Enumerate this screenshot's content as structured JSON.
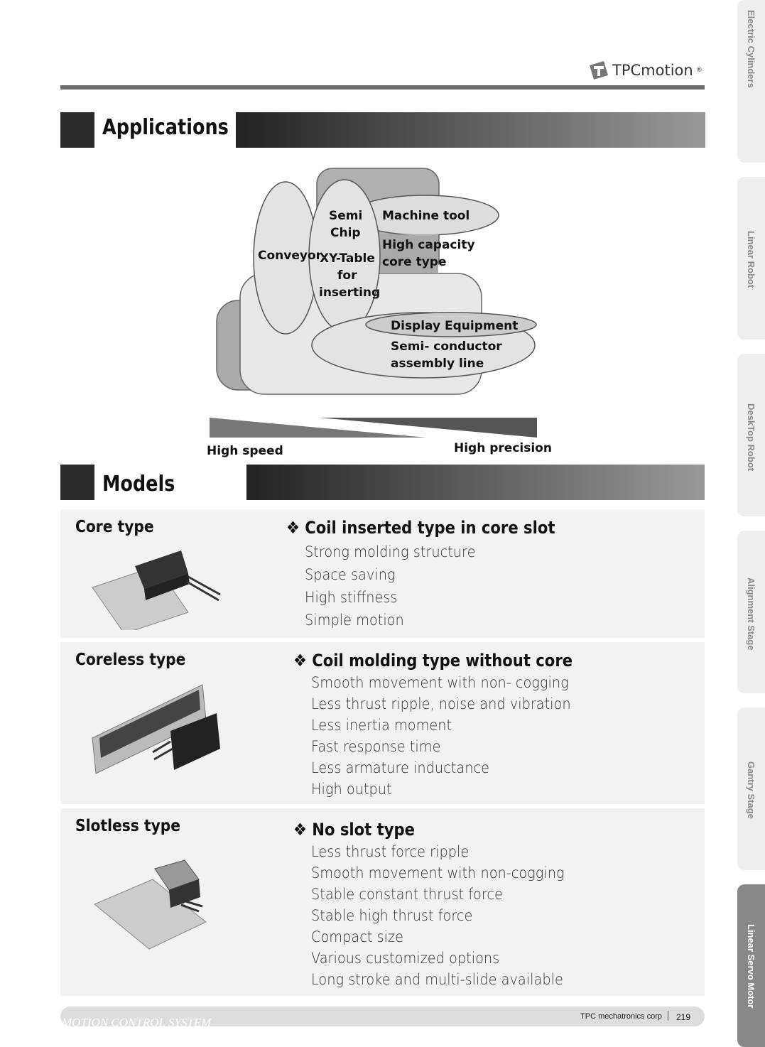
{
  "header": {
    "brand": "TPCmotion",
    "registered": "®"
  },
  "applications": {
    "title": "Applications",
    "diagram": {
      "conveyor": "Conveyor",
      "semi": "Semi",
      "chip": "Chip",
      "xy_table": "XY-Table",
      "for": "for",
      "inserting": "inserting",
      "machine_tool": "Machine tool",
      "high_capacity": "High capacity",
      "core_type": "core type",
      "display_equipment": "Display Equipment",
      "semi_conductor": "Semi- conductor",
      "assembly_line": "assembly line"
    },
    "scale": {
      "left": "High speed",
      "right": "High precision"
    }
  },
  "models": {
    "title": "Models",
    "items": [
      {
        "type": "Core type",
        "heading": "Coil inserted type in core slot",
        "features": [
          "Strong molding structure",
          "Space saving",
          "High stiffness",
          "Simple motion"
        ]
      },
      {
        "type": "Coreless type",
        "heading": "Coil molding type without core",
        "features": [
          "Smooth movement with non- cogging",
          "Less thrust ripple, noise and vibration",
          "Less inertia moment",
          "Fast response time",
          "Less armature inductance",
          "High output"
        ]
      },
      {
        "type": "Slotless type",
        "heading": "No slot type",
        "features": [
          "Less thrust force ripple",
          "Smooth movement with non-cogging",
          "Stable constant thrust force",
          "Stable high thrust force",
          "Compact size",
          "Various customized options",
          "Long stroke and multi-slide available"
        ]
      }
    ],
    "bullet": "❖"
  },
  "side_tabs": [
    "Electric Cylinders",
    "Linear Robot",
    "DeskTop Robot",
    "Alignment Stage",
    "Gantry Stage",
    "Linear Servo Motor"
  ],
  "footer": {
    "tagline": "MOTION CONTROL SYSTEM",
    "company": "TPC mechatronics corp",
    "page": "219"
  }
}
